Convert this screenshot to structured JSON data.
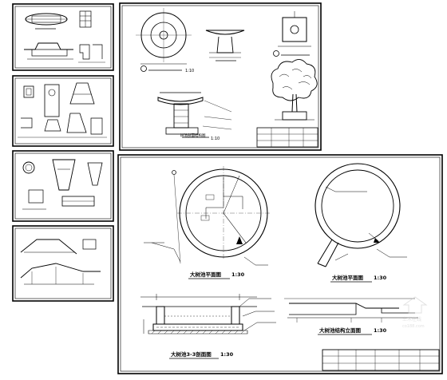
{
  "sheet_main": {
    "plan_title": "大树池平面图",
    "plan_title_scale": "1:30",
    "section_title": "大树池3-3剖面图",
    "section_title_scale": "1:30",
    "ring_title": "大树池平面图",
    "ring_title_scale": "1:30",
    "elevation_title": "大树池结构立面图",
    "elevation_title_scale": "1:30"
  },
  "sheet_top_right": {
    "detail_title": "树池剖面结构图",
    "detail_scale": "1:10",
    "plan_scale": "1:10"
  },
  "watermark": {
    "brand": "土木在线",
    "url": "co188.com"
  },
  "colors": {
    "line": "#000000",
    "paper": "#ffffff",
    "watermark": "#c8c8c8"
  }
}
